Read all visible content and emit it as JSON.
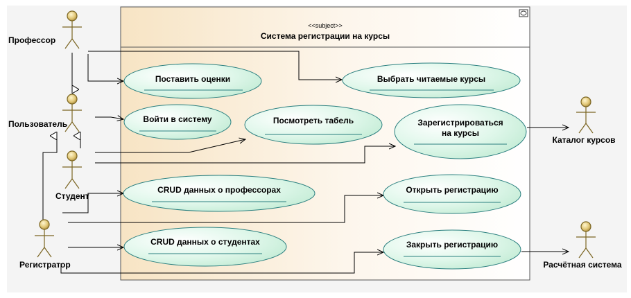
{
  "system": {
    "stereotype": "<<subject>>",
    "title": "Система регистрации на курсы"
  },
  "actors": {
    "professor": "Профессор",
    "user": "Пользователь",
    "student": "Студент",
    "registrar": "Регистратор",
    "catalog": "Каталог курсов",
    "billing": "Расчётная система"
  },
  "use_cases": {
    "grade": "Поставить оценки",
    "select_courses": "Выбрать читаемые курсы",
    "login": "Войти в систему",
    "view_grades": "Посмотреть табель",
    "register_line1": "Зарегистрироваться",
    "register_line2": "на курсы",
    "crud_professors": "CRUD данных о профессорах",
    "open_registration": "Открыть регистрацию",
    "crud_students": "CRUD данных о студентах",
    "close_registration": "Закрыть регистрацию"
  },
  "colors": {
    "usecase_fill": "#d6f5e3",
    "usecase_stroke": "#2a7f7f",
    "actor_fill": "#e3cf8a",
    "system_fill": "#fbecd6",
    "canvas_bg": "#f3f3f3"
  }
}
